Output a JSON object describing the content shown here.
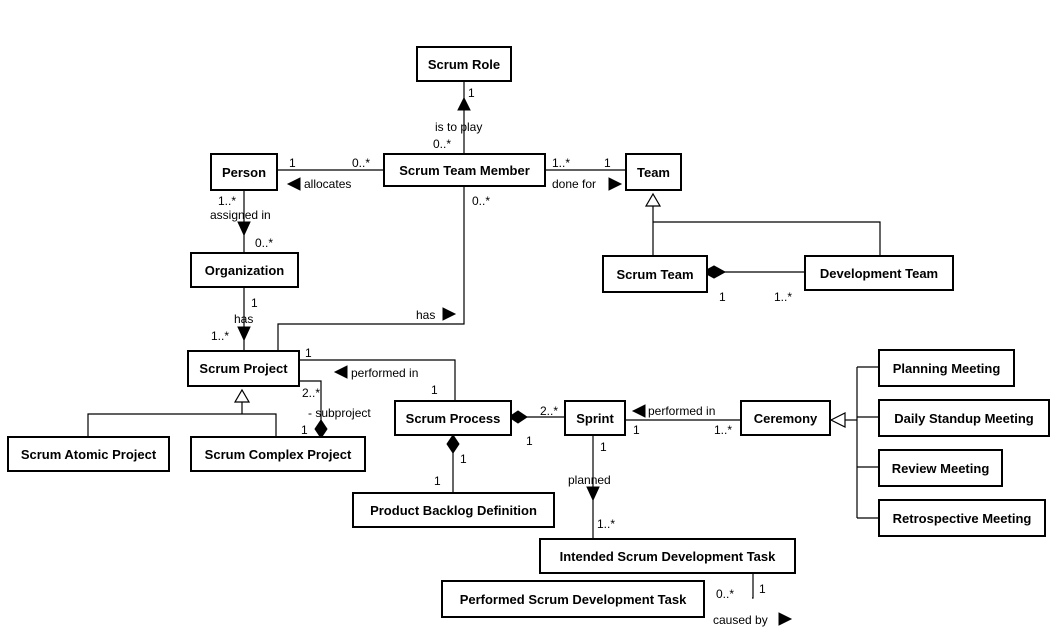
{
  "classes": {
    "scrum_role": "Scrum Role",
    "person": "Person",
    "scrum_team_member": "Scrum Team Member",
    "team": "Team",
    "organization": "Organization",
    "scrum_team": "Scrum Team",
    "development_team": "Development Team",
    "scrum_project": "Scrum Project",
    "scrum_atomic_project": "Scrum Atomic Project",
    "scrum_complex_project": "Scrum Complex Project",
    "scrum_process": "Scrum Process",
    "sprint": "Sprint",
    "ceremony": "Ceremony",
    "product_backlog_definition": "Product Backlog Definition",
    "intended_task": "Intended Scrum Development Task",
    "performed_task": "Performed Scrum Development Task",
    "planning_meeting": "Planning Meeting",
    "daily_standup_meeting": "Daily Standup Meeting",
    "review_meeting": "Review Meeting",
    "retrospective_meeting": "Retrospective Meeting"
  },
  "labels": {
    "is_to_play": "is to play",
    "allocates": "allocates",
    "done_for": "done for",
    "assigned_in": "assigned in",
    "has_member": "has",
    "has_org": "has",
    "performed_in_process": "performed in",
    "subproject": "- subproject",
    "performed_in_sprint": "performed in",
    "planned": "planned",
    "caused_by": "caused by"
  },
  "multiplicities": {
    "role_1": "1",
    "role_member": "0..*",
    "person_1": "1",
    "member_person": "0..*",
    "member_team": "1..*",
    "team_1": "1",
    "member_project": "0..*",
    "person_org": "1..*",
    "org_person": "0..*",
    "scrumteam_1": "1",
    "devteam_many": "1..*",
    "org_1": "1",
    "project_org": "1..*",
    "project_process": "1",
    "process_project": "1",
    "sub_many": "2..*",
    "complex_1": "1",
    "sprint_process": "2..*",
    "process_sprint": "1",
    "process_backlog": "1",
    "backlog_1": "1",
    "sprint_ceremony": "1",
    "ceremony_many": "1..*",
    "sprint_task": "1",
    "task_many": "1..*",
    "performed_many": "0..*",
    "intended_1": "1"
  }
}
